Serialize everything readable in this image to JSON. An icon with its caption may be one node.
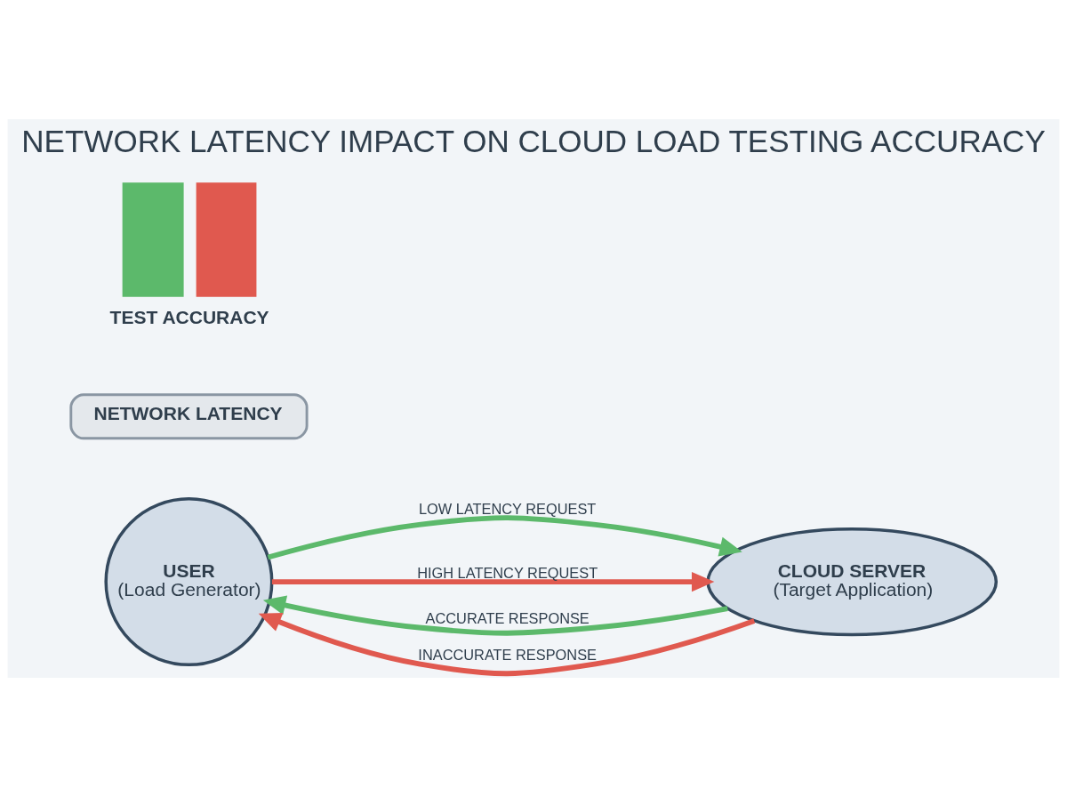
{
  "diagram": {
    "title": "NETWORK LATENCY IMPACT ON CLOUD LOAD TESTING ACCURACY",
    "nodes": [
      {
        "text": [
          "USER",
          "(Load Generator)"
        ]
      },
      {
        "text": [
          "CLOUD SERVER",
          "(Target Application)"
        ]
      },
      {
        "text": [
          "NETWORK LATENCY"
        ]
      }
    ],
    "edges": [
      {
        "from": 0,
        "to": 1,
        "arrow": "to",
        "label": "LOW LATENCY REQUEST",
        "color": "#5cb96b"
      },
      {
        "from": 1,
        "to": 0,
        "arrow": "to",
        "label": "ACCURATE RESPONSE",
        "color": "#5cb96b"
      },
      {
        "from": 0,
        "to": 1,
        "arrow": "to",
        "label": "HIGH LATENCY REQUEST",
        "color": "#e0594f"
      },
      {
        "from": 1,
        "to": 0,
        "arrow": "to",
        "label": "INACCURATE RESPONSE",
        "color": "#e0594f"
      }
    ],
    "labels": [
      "TEST ACCURACY"
    ]
  }
}
